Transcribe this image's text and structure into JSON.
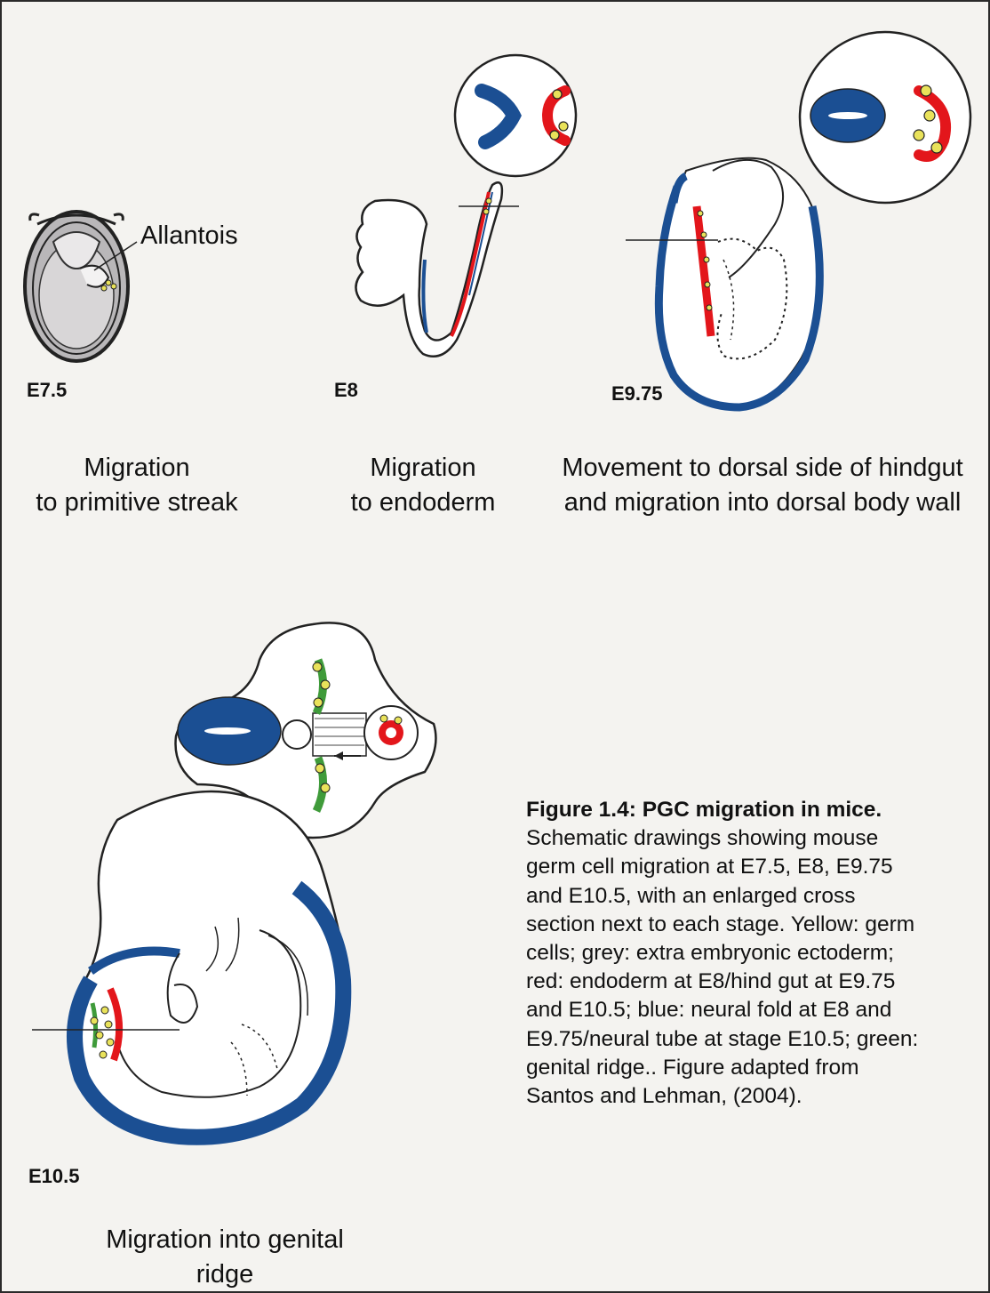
{
  "labels": {
    "allantois": "Allantois"
  },
  "stages": [
    {
      "id": "e7_5",
      "label": "E7.5",
      "caption": [
        "Migration",
        "to primitive streak"
      ]
    },
    {
      "id": "e8",
      "label": "E8",
      "caption": [
        "Migration",
        "to endoderm"
      ]
    },
    {
      "id": "e9_75",
      "label": "E9.75",
      "caption": [
        "Movement to dorsal side of hindgut",
        "and migration into dorsal body wall"
      ]
    },
    {
      "id": "e10_5",
      "label": "E10.5",
      "caption": [
        "Migration into genital",
        "ridge"
      ]
    }
  ],
  "legend": {
    "title": "Figure 1.4: PGC migration in mice.",
    "lines": [
      "Schematic drawings showing mouse",
      "germ cell migration at E7.5, E8, E9.75",
      "and E10.5, with an enlarged cross",
      "section next to each stage. Yellow: germ",
      "cells; grey: extra embryonic ectoderm;",
      "red: endoderm at E8/hind gut at E9.75",
      "and E10.5; blue: neural fold at E8 and",
      "E9.75/neural tube at stage E10.5; green:",
      "genital ridge.. Figure adapted from",
      "Santos and Lehman, (2004)."
    ]
  },
  "colors": {
    "germ_cells": "#e9e25a",
    "extra_embryonic_ectoderm": "#cfcccd",
    "endoderm_hindgut": "#e3161b",
    "neural_fold_tube": "#1b4f93",
    "genital_ridge": "#3f9b3a"
  }
}
